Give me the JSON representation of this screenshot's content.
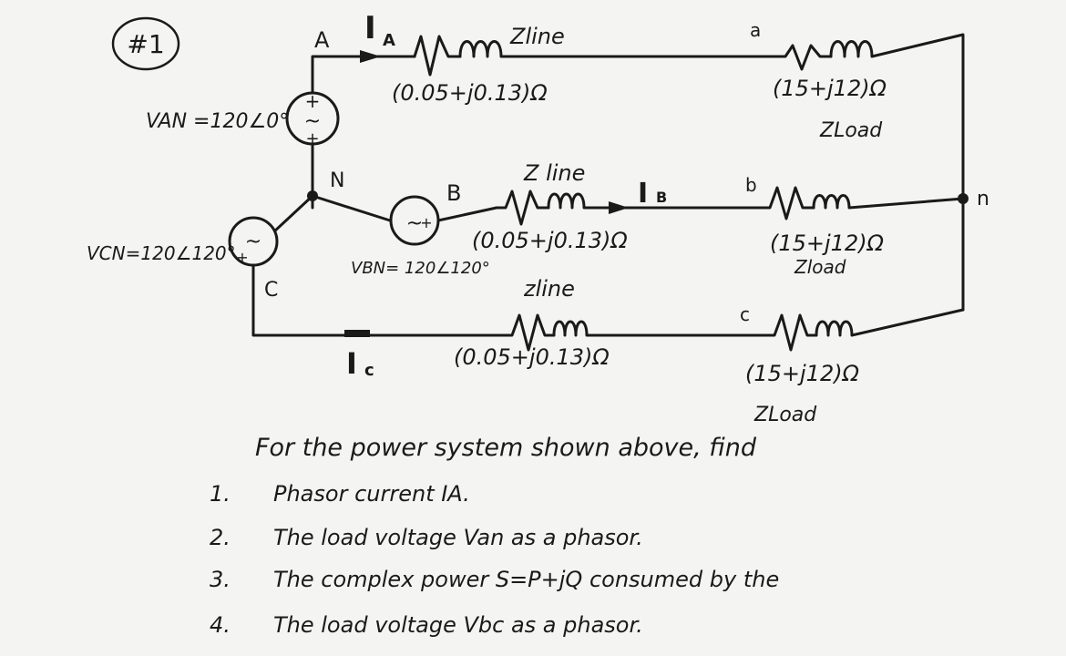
{
  "problem_label": "#1",
  "nodes": {
    "A": "A",
    "B": "B",
    "C": "C",
    "N": "N",
    "a": "a",
    "b": "b",
    "c": "c",
    "n": "n"
  },
  "currents": {
    "IA": "I",
    "IA_sub": "A",
    "IB": "I",
    "IB_sub": "B",
    "IC": "I",
    "IC_sub": "c"
  },
  "sources": {
    "VAN": "VAN =120∠0°",
    "VBN": "VBN= 120∠120°",
    "VCN": "VCN=120∠120°"
  },
  "lines": {
    "top_label": "Zline",
    "top_value": "(0.05+j0.13)Ω",
    "mid_label": "Z line",
    "mid_value": "(0.05+j0.13)Ω",
    "bot_label": "zline",
    "bot_value": "(0.05+j0.13)Ω"
  },
  "loads": {
    "top_value": "(15+j12)Ω",
    "top_label": "ZLoad",
    "mid_value": "(15+j12)Ω",
    "mid_label": "Zload",
    "bot_value": "(15+j12)Ω",
    "bot_label": "ZLoad"
  },
  "questions": {
    "intro": "For the power system shown above, find",
    "items": [
      {
        "num": "1.",
        "text": "Phasor current IA."
      },
      {
        "num": "2.",
        "text": "The load voltage Van as a phasor."
      },
      {
        "num": "3.",
        "text": "The complex power S=P+jQ consumed by the"
      },
      {
        "num": "4.",
        "text": "The load voltage Vbc as a phasor."
      }
    ]
  }
}
